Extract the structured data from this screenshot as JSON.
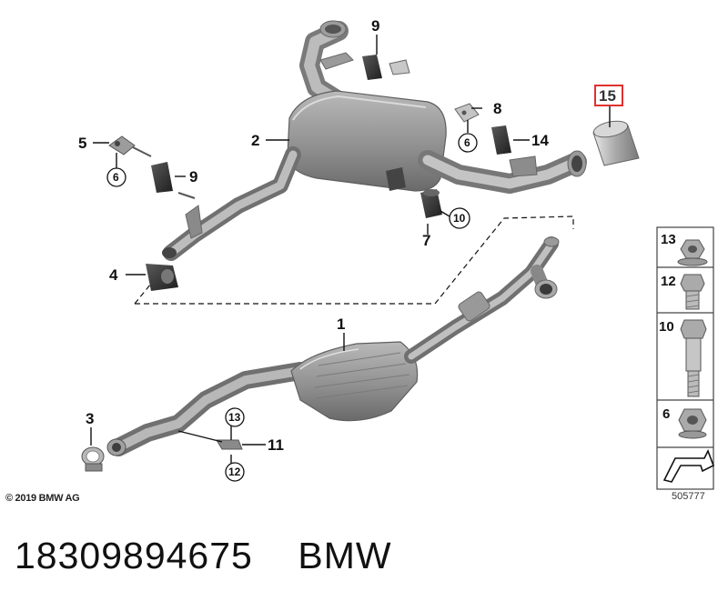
{
  "diagram": {
    "callouts": {
      "c1": "1",
      "c2": "2",
      "c3": "3",
      "c4": "4",
      "c5": "5",
      "c6a": "6",
      "c6b": "6",
      "c7": "7",
      "c8": "8",
      "c9a": "9",
      "c9b": "9",
      "c10": "10",
      "c11": "11",
      "c12": "12",
      "c13": "13",
      "c14": "14",
      "c15": "15"
    },
    "sidebar": {
      "items": [
        {
          "label": "13",
          "icon": "flange-nut-icon"
        },
        {
          "label": "12",
          "icon": "hex-bolt-icon"
        },
        {
          "label": "10",
          "icon": "long-bolt-icon"
        },
        {
          "label": "6",
          "icon": "hex-nut-icon"
        }
      ]
    },
    "highlight_color": "#e0312f"
  },
  "footer": {
    "copyright": "© 2019 BMW AG",
    "reference": "505777"
  },
  "caption": {
    "part_number": "18309894675",
    "brand": "BMW"
  }
}
